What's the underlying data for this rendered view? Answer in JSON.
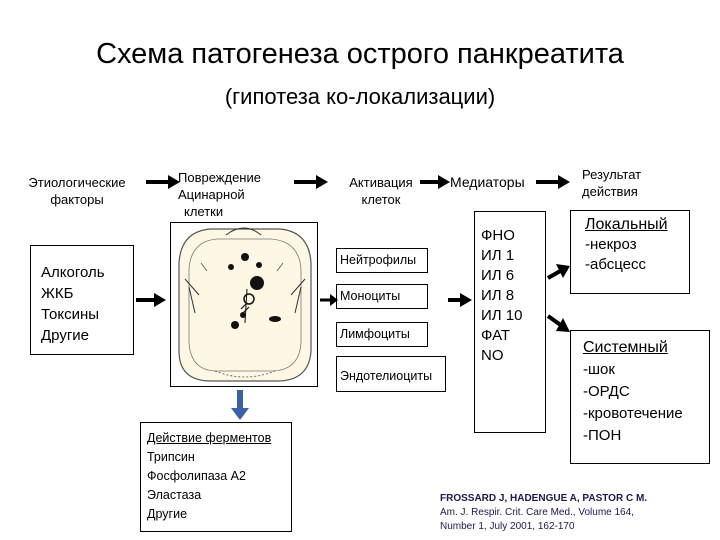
{
  "title": "Схема патогенеза острого панкреатита",
  "subtitle": "(гипотеза ко-локализации)",
  "headers": {
    "etiology": [
      "Этиологические",
      "факторы"
    ],
    "damage": [
      "Повреждение",
      "Ацинарной",
      "клетки"
    ],
    "activation": [
      "Активация",
      "клеток"
    ],
    "mediators": "Медиаторы",
    "result": [
      "Результат",
      "действия"
    ]
  },
  "etiology_box": [
    "Алкоголь",
    "ЖКБ",
    "Токсины",
    "Другие"
  ],
  "cells": [
    "Нейтрофилы",
    "Моноциты",
    "Лимфоциты",
    "Эндотелиоциты"
  ],
  "mediators_list": [
    "ФНО",
    "ИЛ 1",
    "ИЛ 6",
    "ИЛ 8",
    "ИЛ 10",
    "ФАТ",
    "NO"
  ],
  "local": {
    "title": "Локальный",
    "items": [
      "-некроз",
      "-абсцесс"
    ]
  },
  "systemic": {
    "title": "Системный",
    "items": [
      "-шок",
      "-ОРДС",
      "-кровотечение",
      "-ПОН"
    ]
  },
  "enzymes": {
    "title": "Действие ферментов",
    "items": [
      "Трипсин",
      "Фосфолипаза А2",
      "Эластаза",
      "Другие"
    ]
  },
  "reference": {
    "authors": "FROSSARD J, HADENGUE A, PASTOR C M.",
    "line1": "Am. J. Respir. Crit. Care Med., Volume 164,",
    "line2": "Number 1, July 2001, 162-170"
  },
  "colors": {
    "arrow": "#000000",
    "down_arrow": "#3b5fa8",
    "cell_fill": "#fdf7e4"
  }
}
